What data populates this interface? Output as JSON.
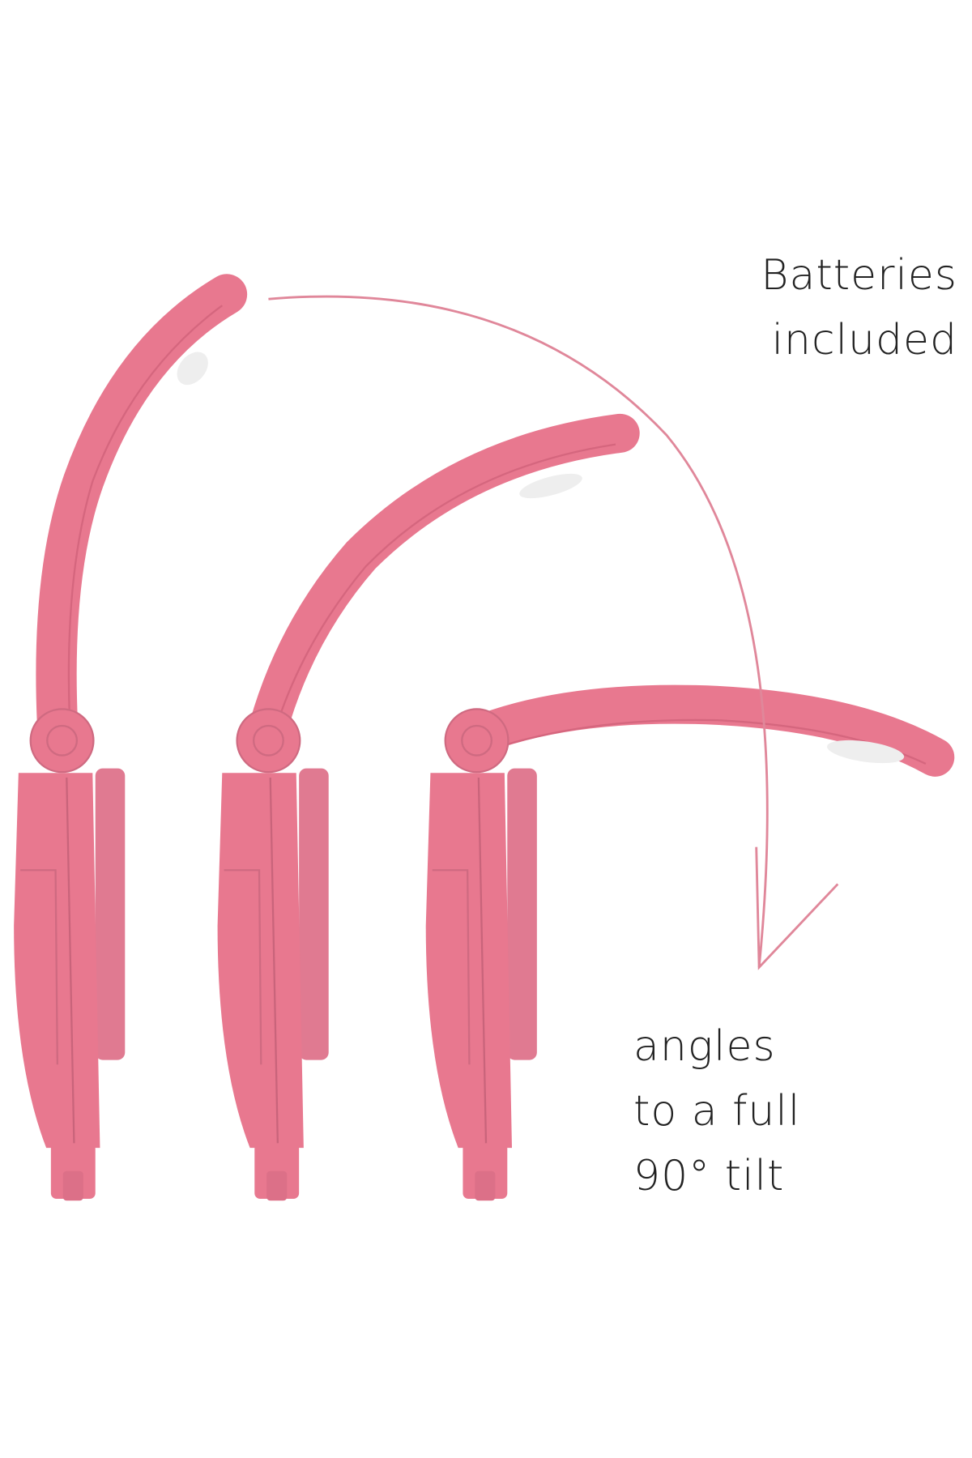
{
  "captions": {
    "batteries": [
      "Batteries",
      "included"
    ],
    "tilt": [
      "angles",
      "to a full",
      "90° tilt"
    ]
  },
  "colors": {
    "product": "#e8788f",
    "product_dark": "#d5667e",
    "arrow": "#e0879a",
    "text": "#222222"
  },
  "icons": [
    "book-light-upright",
    "book-light-angled",
    "book-light-horizontal",
    "curved-arrow"
  ]
}
